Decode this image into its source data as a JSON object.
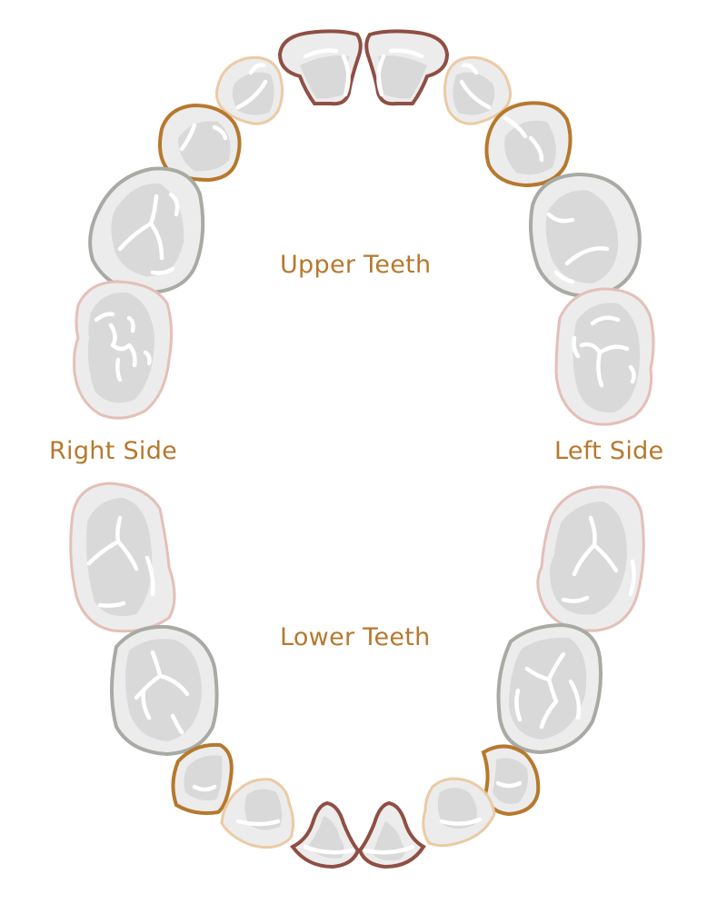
{
  "labels": {
    "upper": "Upper Teeth",
    "lower": "Lower Teeth",
    "right": "Right Side",
    "left": "Left Side"
  },
  "colors": {
    "label": "#b7782e",
    "tooth_fill": "#ececec",
    "tooth_shade": "#d9d9d9",
    "central_incisor": "#8f4f44",
    "lateral_incisor": "#ebcba4",
    "canine": "#b7782e",
    "first_molar": "#e4bfb8",
    "second_molar": "#a8aba4"
  }
}
